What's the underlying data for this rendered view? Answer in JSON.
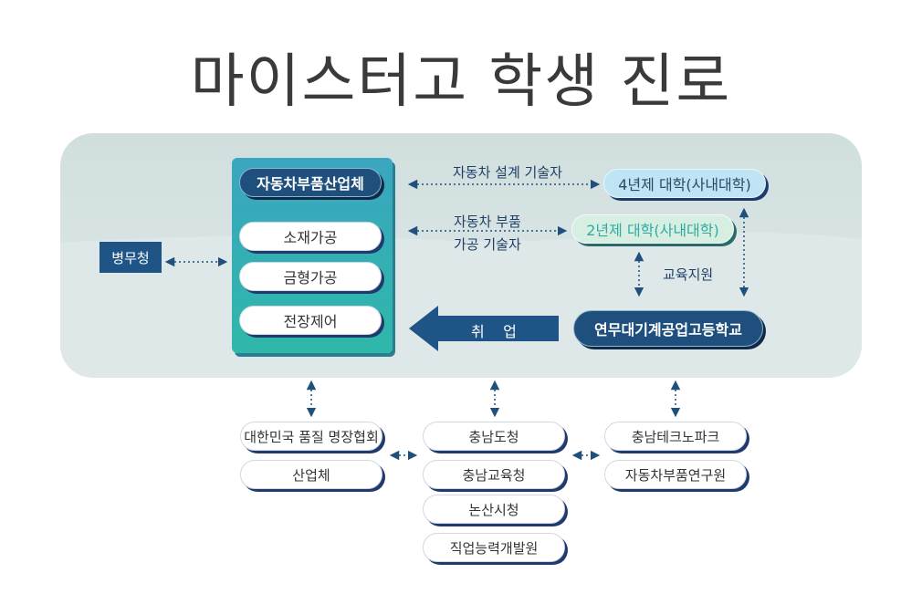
{
  "title": "마이스터고 학생 진로",
  "industry": {
    "header": "자동차부품산업체",
    "items": [
      "소재가공",
      "금형가공",
      "전장제어"
    ]
  },
  "military": "병무청",
  "paths": {
    "designer_label": "자동차 설계 기술자",
    "parts_label_line1": "자동차 부품",
    "parts_label_line2": "가공 기술자",
    "university4": "4년제 대학(사내대학)",
    "university2": "2년제 대학(사내대학)",
    "edu_support": "교육지원",
    "employment": "취    업",
    "school": "연무대기계공업고등학교"
  },
  "partners": {
    "left": [
      "대한민국 품질 명장협회",
      "산업체"
    ],
    "center": [
      "충남도청",
      "충남교육청",
      "논산시청",
      "직업능력개발원"
    ],
    "right": [
      "충남테크노파크",
      "자동차부품연구원"
    ]
  }
}
